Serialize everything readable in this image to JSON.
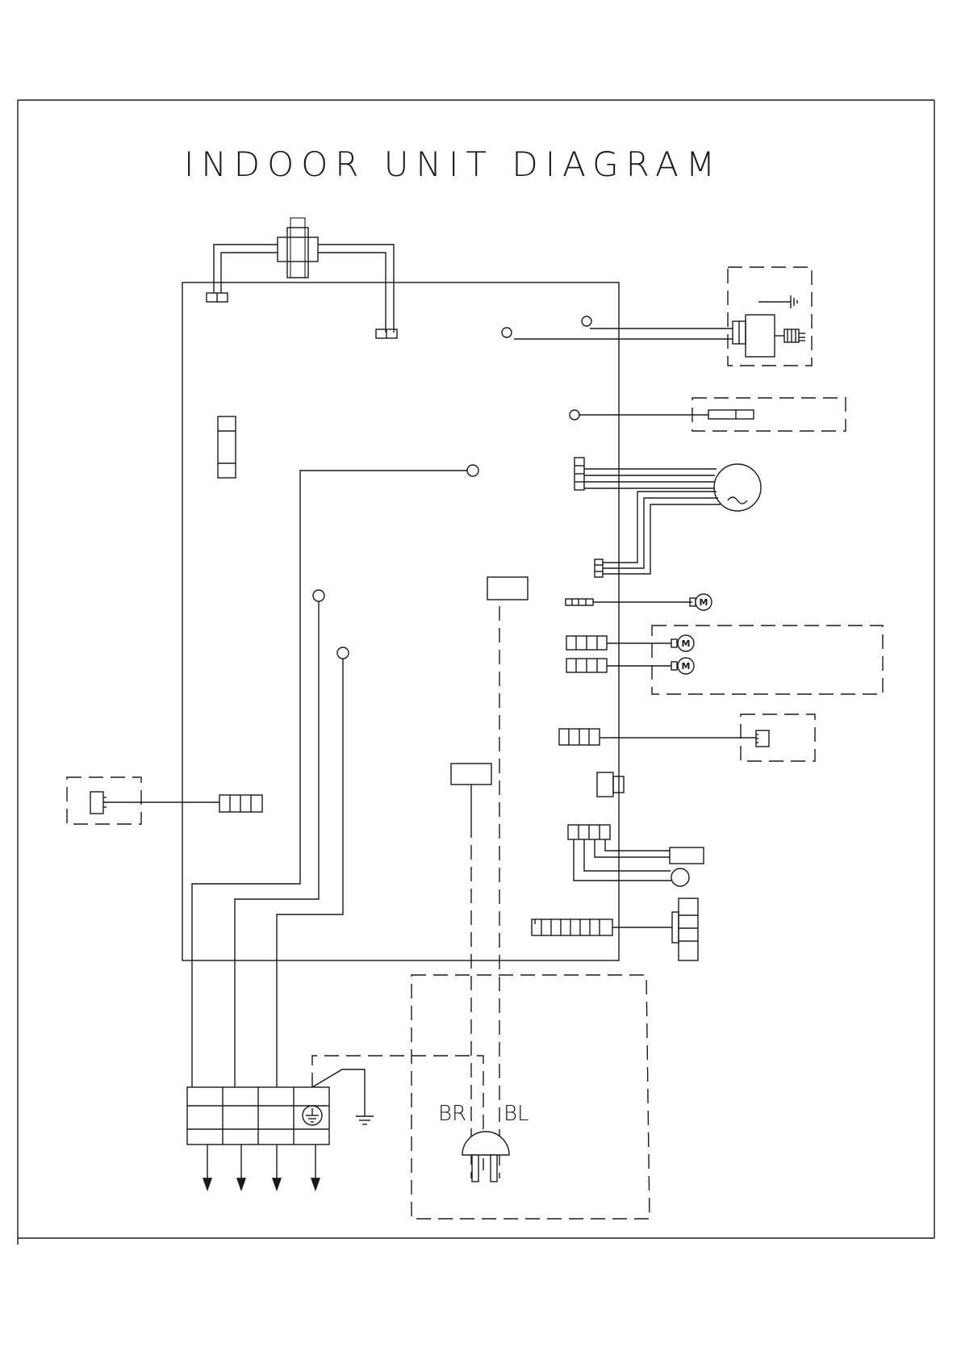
{
  "diagram": {
    "title": "INDOOR UNIT DIAGRAM",
    "plug": {
      "left_label": "BR",
      "right_label": "BL"
    },
    "motor_symbol": "M",
    "icons": [
      "ground-icon",
      "motor-icon",
      "arrow-down-icon",
      "plug-icon",
      "transformer-icon",
      "fan-motor-icon"
    ]
  }
}
